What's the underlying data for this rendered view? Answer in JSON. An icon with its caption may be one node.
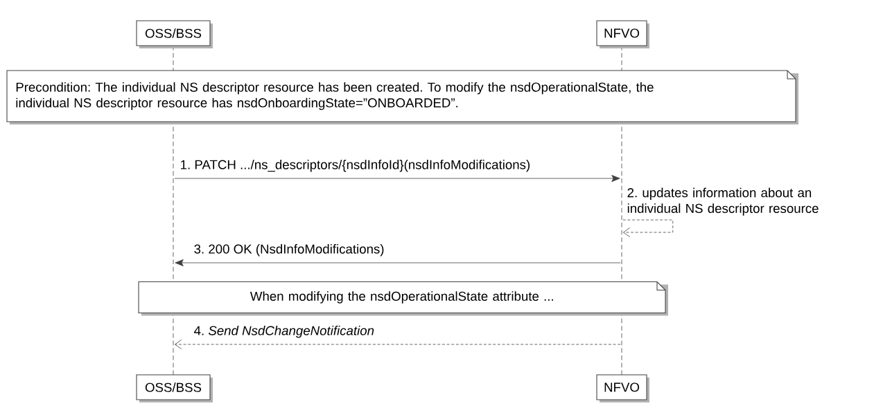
{
  "diagram": {
    "nodes": [
      {
        "text": [
          "OSS/BSS"
        ]
      },
      {
        "text": [
          "NFVO"
        ]
      },
      {
        "text": [],
        "shape": "bar"
      },
      {
        "text": [],
        "shape": "bar"
      },
      {
        "text": [
          "Precondition: The individual NS descriptor resource has been created. To modify the nsdOperationalState, the individual NS descriptor resource has nsdOnboardingState=”ONBOARDED”."
        ]
      },
      {
        "text": [
          "When modifying the nsdOperationalState attribute ..."
        ]
      },
      {
        "text": [
          "OSS/BSS"
        ]
      },
      {
        "text": [
          "NFVO"
        ]
      }
    ],
    "edges": [
      {
        "from": 2,
        "to": 3,
        "arrow": "to",
        "label": "1. PATCH .../ns_descriptors/{nsdInfoId}(nsdInfoModifications)"
      },
      {
        "from": 3,
        "to": 3,
        "arrow": "to",
        "style": "dashed",
        "label": "2. updates information about an individual NS descriptor resource"
      },
      {
        "from": 3,
        "to": 2,
        "arrow": "to",
        "label": "3. 200 OK (NsdInfoModifications)"
      },
      {
        "from": 3,
        "to": 2,
        "arrow": "to",
        "style": "dashed",
        "label": "4. *Send NsdChangeNotification*"
      }
    ]
  }
}
